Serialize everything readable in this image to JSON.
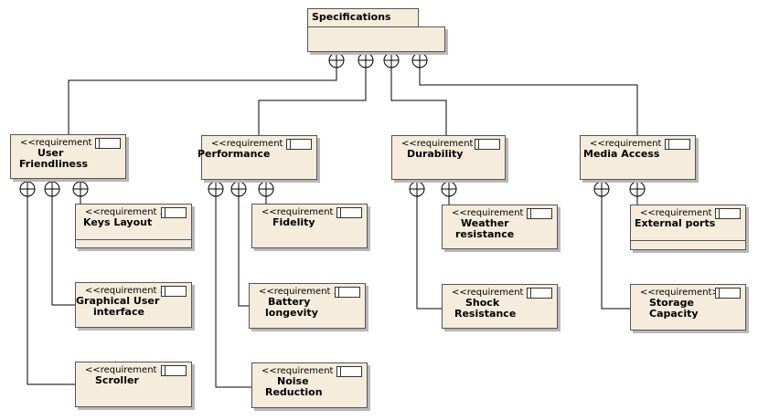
{
  "diagram": {
    "root": {
      "title": "Specifications"
    },
    "nodes": [
      {
        "id": "user-friendliness",
        "stereo": "<<requirement ...",
        "name_lines": [
          "User",
          "Friendliness"
        ]
      },
      {
        "id": "performance",
        "stereo": "<<requirement ...",
        "name_lines": [
          "Performance"
        ]
      },
      {
        "id": "durability",
        "stereo": "<<requirement ...",
        "name_lines": [
          "Durability"
        ]
      },
      {
        "id": "media-access",
        "stereo": "<<requirement ...",
        "name_lines": [
          "Media Access"
        ]
      },
      {
        "id": "keys-layout",
        "stereo": "<<requirement ...",
        "name_lines": [
          "Keys Layout"
        ]
      },
      {
        "id": "graphical-user-interface",
        "stereo": "<<requirement ...",
        "name_lines": [
          "Graphical User",
          "interface"
        ]
      },
      {
        "id": "scroller",
        "stereo": "<<requirement ...",
        "name_lines": [
          "Scroller"
        ]
      },
      {
        "id": "fidelity",
        "stereo": "<<requirement ...",
        "name_lines": [
          "Fidelity"
        ]
      },
      {
        "id": "battery-longevity",
        "stereo": "<<requirement ...",
        "name_lines": [
          "Battery",
          "longevity"
        ]
      },
      {
        "id": "noise-reduction",
        "stereo": "<<requirement ...",
        "name_lines": [
          "Noise",
          "Reduction"
        ]
      },
      {
        "id": "weather-resistance",
        "stereo": "<<requirement ...",
        "name_lines": [
          "Weather",
          "resistance"
        ]
      },
      {
        "id": "shock-resistance",
        "stereo": "<<requirement ...",
        "name_lines": [
          "Shock",
          "Resistance"
        ]
      },
      {
        "id": "external-ports",
        "stereo": "<<requirement ...",
        "name_lines": [
          "External ports"
        ]
      },
      {
        "id": "storage-capacity",
        "stereo": "<<requirement>>",
        "name_lines": [
          "Storage",
          "Capacity"
        ]
      }
    ],
    "containment": [
      {
        "parent": "specifications",
        "children": [
          "user-friendliness",
          "performance",
          "durability",
          "media-access"
        ]
      },
      {
        "parent": "user-friendliness",
        "children": [
          "keys-layout",
          "graphical-user-interface",
          "scroller"
        ]
      },
      {
        "parent": "performance",
        "children": [
          "noise-reduction",
          "battery-longevity",
          "fidelity"
        ]
      },
      {
        "parent": "durability",
        "children": [
          "shock-resistance",
          "weather-resistance"
        ]
      },
      {
        "parent": "media-access",
        "children": [
          "storage-capacity",
          "external-ports"
        ]
      }
    ],
    "colors": {
      "box_fill": "#f5ecdc",
      "line": "#000000",
      "border": "#555555",
      "shadow": "#b8b8b8"
    }
  }
}
